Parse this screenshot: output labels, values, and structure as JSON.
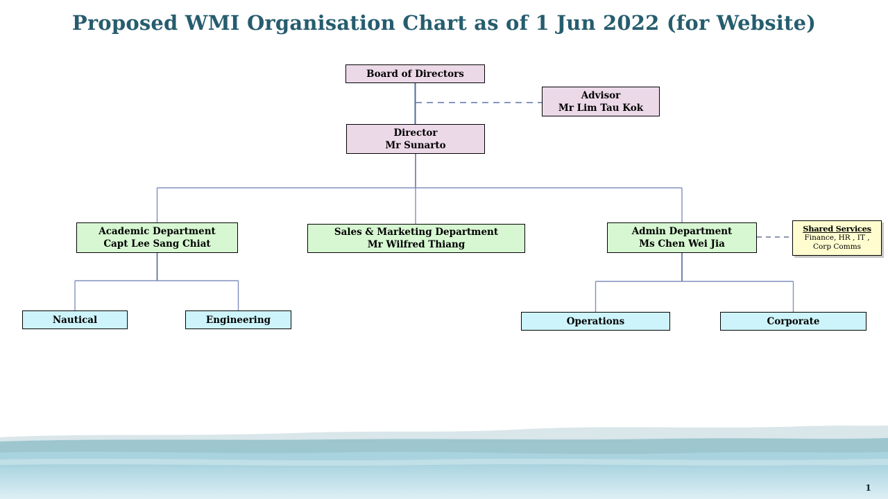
{
  "title": "Proposed WMI Organisation Chart as of 1 Jun 2022 (for Website)",
  "page_number": "1",
  "colors": {
    "title_text": "#265d6e",
    "box_pink": "#ecd9e8",
    "box_green": "#d7f7d2",
    "box_cyan": "#cdf4fa",
    "box_yellow": "#fffdd0",
    "connector_line": "#64759e",
    "dashed_connector": "#5d74a8",
    "wave_teal": "#9dc6cf",
    "wave_light_blue": "#b6dce7"
  },
  "nodes": {
    "board": {
      "title": "Board of Directors"
    },
    "advisor": {
      "title": "Advisor",
      "person": "Mr Lim Tau Kok"
    },
    "director": {
      "title": "Director",
      "person": "Mr Sunarto"
    },
    "academic": {
      "title": "Academic Department",
      "person": "Capt Lee Sang Chiat"
    },
    "sales": {
      "title": "Sales & Marketing Department",
      "person": "Mr Wilfred Thiang"
    },
    "admin": {
      "title": "Admin Department",
      "person": "Ms Chen Wei Jia"
    },
    "shared": {
      "title": "Shared Services",
      "line1": "Finance, HR , IT ,",
      "line2": "Corp Comms"
    },
    "nautical": {
      "title": "Nautical"
    },
    "engineering": {
      "title": "Engineering"
    },
    "operations": {
      "title": "Operations"
    },
    "corporate": {
      "title": "Corporate"
    }
  }
}
